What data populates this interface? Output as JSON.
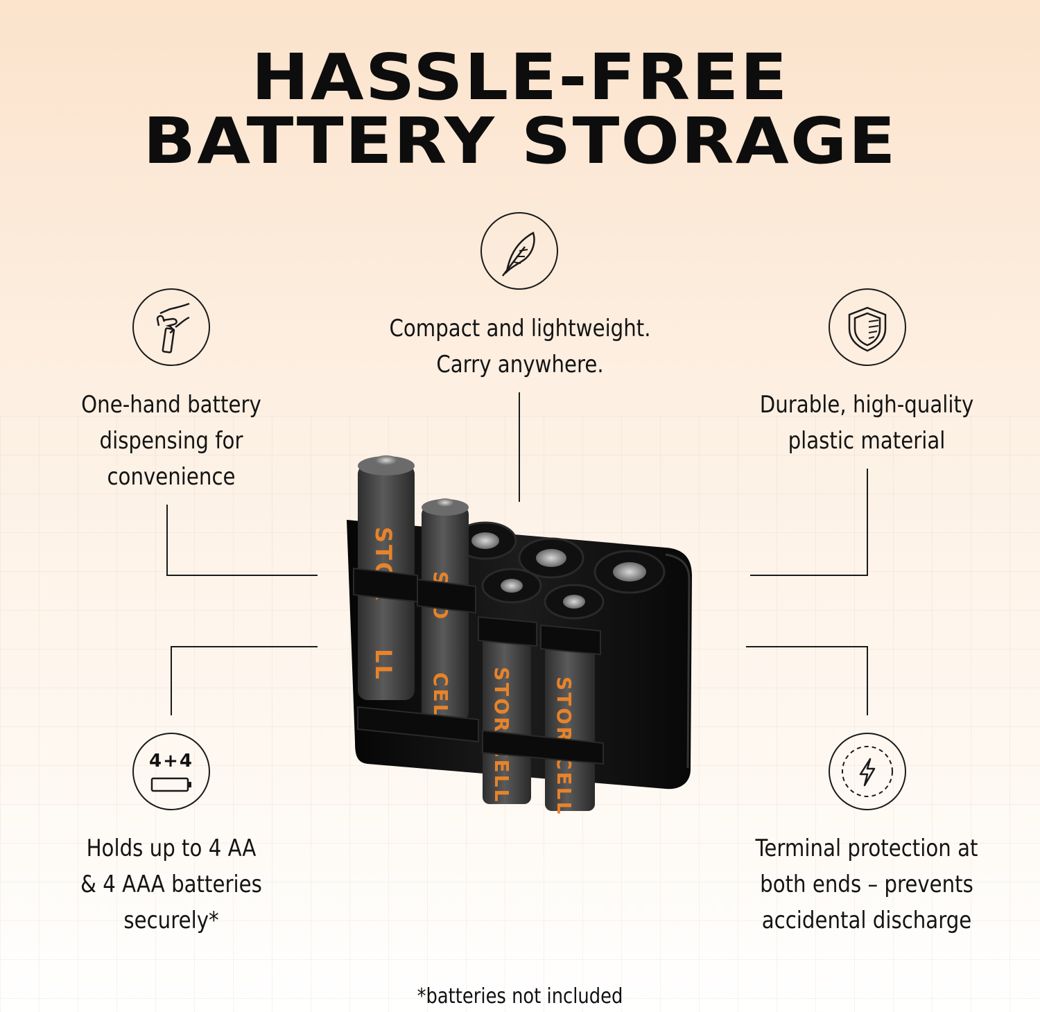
{
  "title": {
    "line1": "HASSLE-FREE",
    "line2": "BATTERY STORAGE"
  },
  "features": {
    "top": {
      "line1": "Compact and lightweight.",
      "line2": "Carry anywhere.",
      "icon": "feather-icon"
    },
    "top_left": {
      "line1": "One-hand battery",
      "line2": "dispensing for",
      "line3": "convenience",
      "icon": "hand-dispense-icon"
    },
    "top_right": {
      "line1": "Durable, high-quality",
      "line2": "plastic material",
      "icon": "shield-icon"
    },
    "bottom_left": {
      "line1": "Holds up to 4 AA",
      "line2": "& 4 AAA batteries",
      "line3": "securely*",
      "icon": "battery-count-icon",
      "icon_text": "4+4"
    },
    "bottom_right": {
      "line1": "Terminal protection at",
      "line2": "both ends – prevents",
      "line3": "accidental discharge",
      "icon": "lightning-icon"
    }
  },
  "product": {
    "brand_text": "STORACELL",
    "accent_color": "#e8832a",
    "case_color": "#111111",
    "battery_color": "#4a4a4a"
  },
  "footnote": "*batteries not included"
}
